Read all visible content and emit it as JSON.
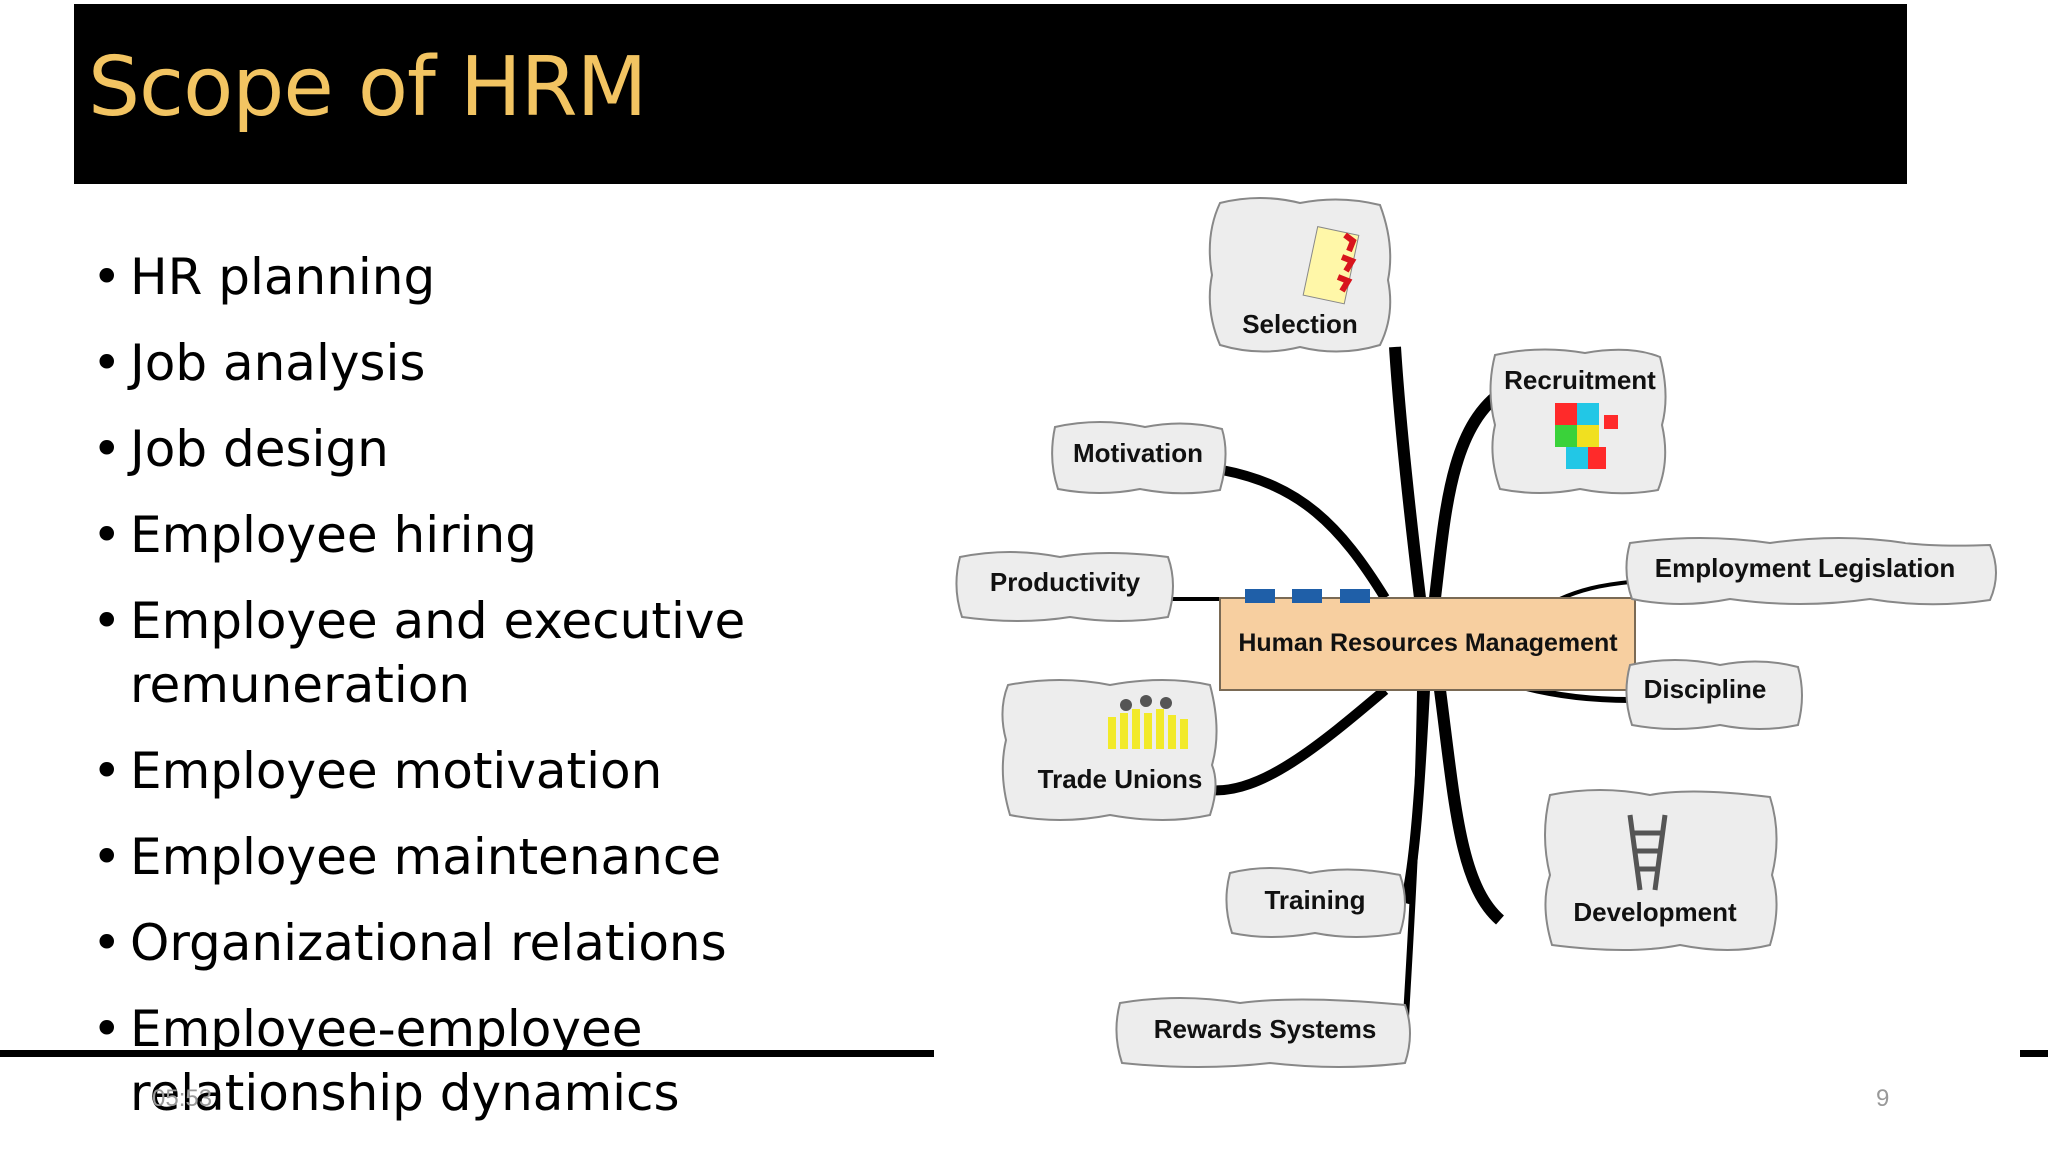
{
  "slide": {
    "title": "Scope of HRM",
    "bullets": [
      "HR planning",
      "Job analysis",
      "Job design",
      "Employee hiring",
      "Employee and executive remuneration",
      "Employee motivation",
      "Employee maintenance",
      "Organizational relations",
      "Employee-employee relationship dynamics"
    ],
    "footer_date": "05:53",
    "page_number": "9"
  },
  "diagram": {
    "center": "Human Resources Management",
    "nodes": [
      {
        "key": "selection",
        "label": "Selection"
      },
      {
        "key": "recruitment",
        "label": "Recruitment"
      },
      {
        "key": "motivation",
        "label": "Motivation"
      },
      {
        "key": "productivity",
        "label": "Productivity"
      },
      {
        "key": "employment_legislation",
        "label": "Employment Legislation"
      },
      {
        "key": "discipline",
        "label": "Discipline"
      },
      {
        "key": "trade_unions",
        "label": "Trade Unions"
      },
      {
        "key": "development",
        "label": "Development"
      },
      {
        "key": "training",
        "label": "Training"
      },
      {
        "key": "rewards_systems",
        "label": "Rewards Systems"
      }
    ]
  },
  "colors": {
    "title_bg": "#000000",
    "title_text": "#f2c462",
    "center_fill": "#f7cfa0",
    "node_fill": "#ededed"
  }
}
